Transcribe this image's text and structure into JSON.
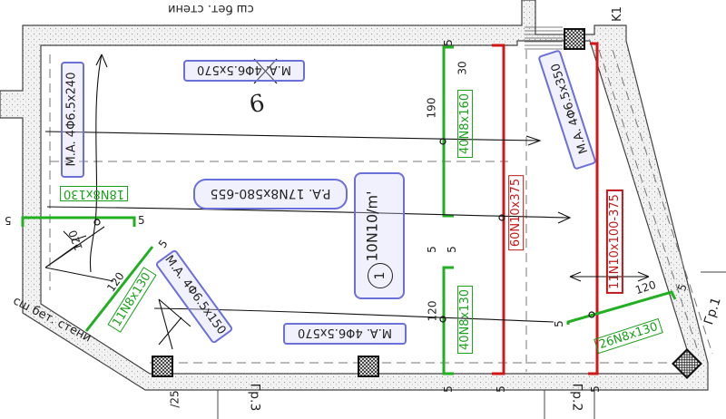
{
  "top_wall_label": "сш бет. стени",
  "bottom_wall_label": "сш бет. стени",
  "k_label": "K1",
  "grid_labels": {
    "gr3": "Гр.3",
    "gr2": "Гр.2",
    "gr1": "Гр.1"
  },
  "slope_label": "/25",
  "annotations": {
    "ma_top_left": "M.A. 4Φ6.5x240",
    "ma_top": "M.A. 4Φ6.5x570",
    "ma_bottom": "M.A. 4Φ6.5x570",
    "ma_right": "M.A. 4Φ6.5x350",
    "ma_diag": "M.A. 4Φ6.5x150",
    "ra_center": "P.A. 17N8x580-655",
    "n18": "18N8x130",
    "n10": "10N10/m'",
    "n10_circle": "1",
    "n40_top": "40N8x160",
    "n40_bottom": "40N8x130",
    "n60": "60N10x375",
    "n11_right": "11N10x100-375",
    "n26": "26N8x130",
    "n11_diag": "11N8x130",
    "six": "6"
  },
  "dims": {
    "d5": "5",
    "d30": "30",
    "d190": "190",
    "d120": "120",
    "d120b": "120",
    "d120c": "120",
    "d120d": "120"
  }
}
